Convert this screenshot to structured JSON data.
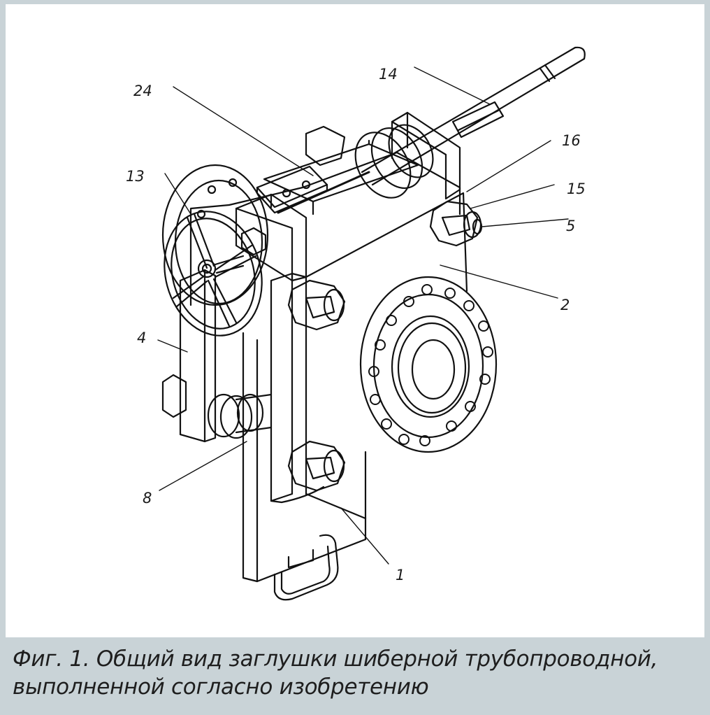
{
  "figure": {
    "labels": {
      "l24": "24",
      "l14": "14",
      "l16": "16",
      "l13": "13",
      "l15": "15",
      "l5": "5",
      "l2": "2",
      "l4": "4",
      "l8": "8",
      "l1": "1"
    },
    "caption": {
      "line1": "Фиг. 1. Общий вид заглушки шиберной трубопроводной,",
      "line2": "выполненной согласно изобретению"
    }
  }
}
